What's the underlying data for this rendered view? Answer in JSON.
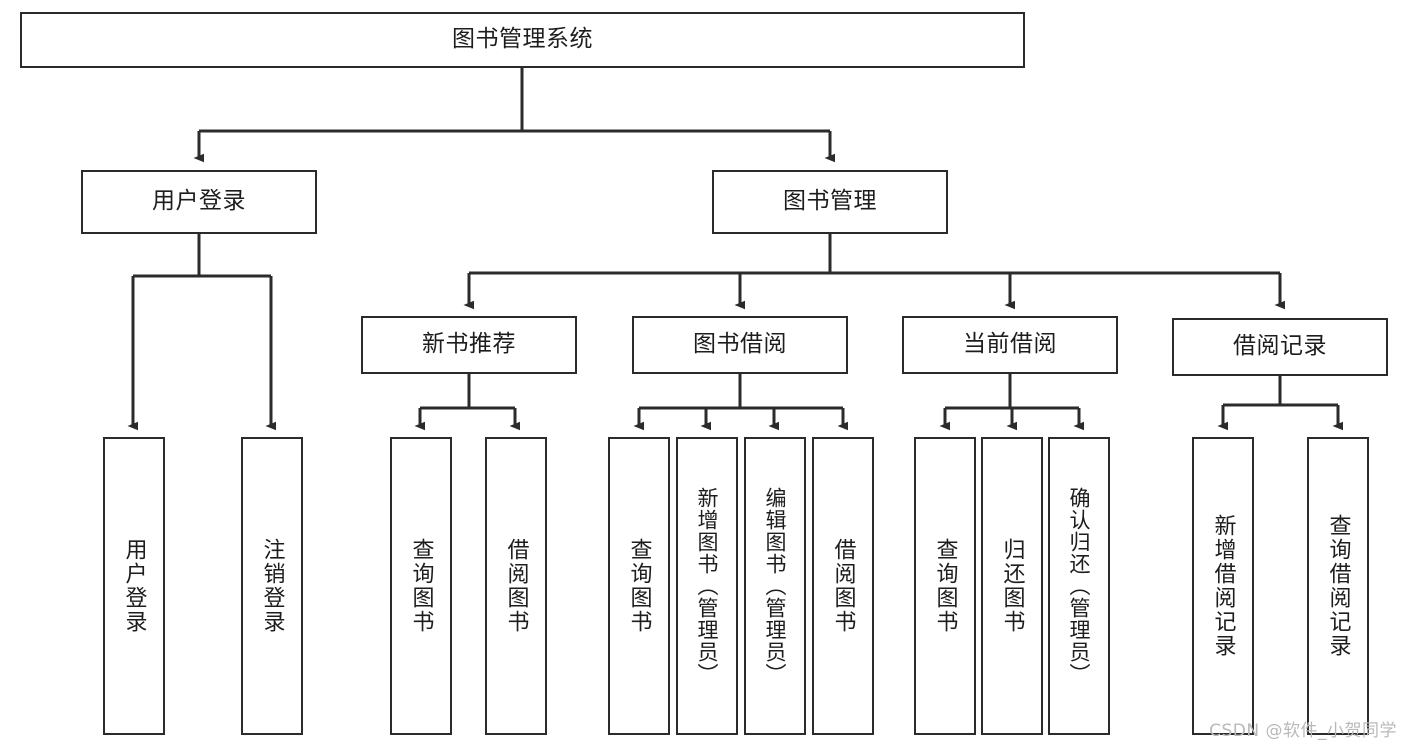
{
  "diagram": {
    "title": "图书管理系统",
    "type": "tree",
    "root": {
      "label": "图书管理系统"
    },
    "level2": [
      {
        "label": "用户登录"
      },
      {
        "label": "图书管理"
      }
    ],
    "level3": [
      {
        "label": "新书推荐"
      },
      {
        "label": "图书借阅"
      },
      {
        "label": "当前借阅"
      },
      {
        "label": "借阅记录"
      }
    ],
    "leaves": {
      "user_login": [
        {
          "label": "用户登录"
        },
        {
          "label": "注销登录"
        }
      ],
      "new_book": [
        {
          "label": "查询图书"
        },
        {
          "label": "借阅图书"
        }
      ],
      "book_borrow": [
        {
          "label": "查询图书"
        },
        {
          "label": "新增图书（管理员）"
        },
        {
          "label": "编辑图书（管理员）"
        },
        {
          "label": "借阅图书"
        }
      ],
      "current_borrow": [
        {
          "label": "查询图书"
        },
        {
          "label": "归还图书"
        },
        {
          "label": "确认归还（管理员）"
        }
      ],
      "borrow_record": [
        {
          "label": "新增借阅记录"
        },
        {
          "label": "查询借阅记录"
        }
      ]
    }
  },
  "watermark": {
    "text": "CSDN @软件_小贺同学"
  },
  "colors": {
    "stroke": "#2b2b2b",
    "fill": "#ffffff",
    "text": "#1d1d1d",
    "watermark": "#b9b9b9"
  }
}
